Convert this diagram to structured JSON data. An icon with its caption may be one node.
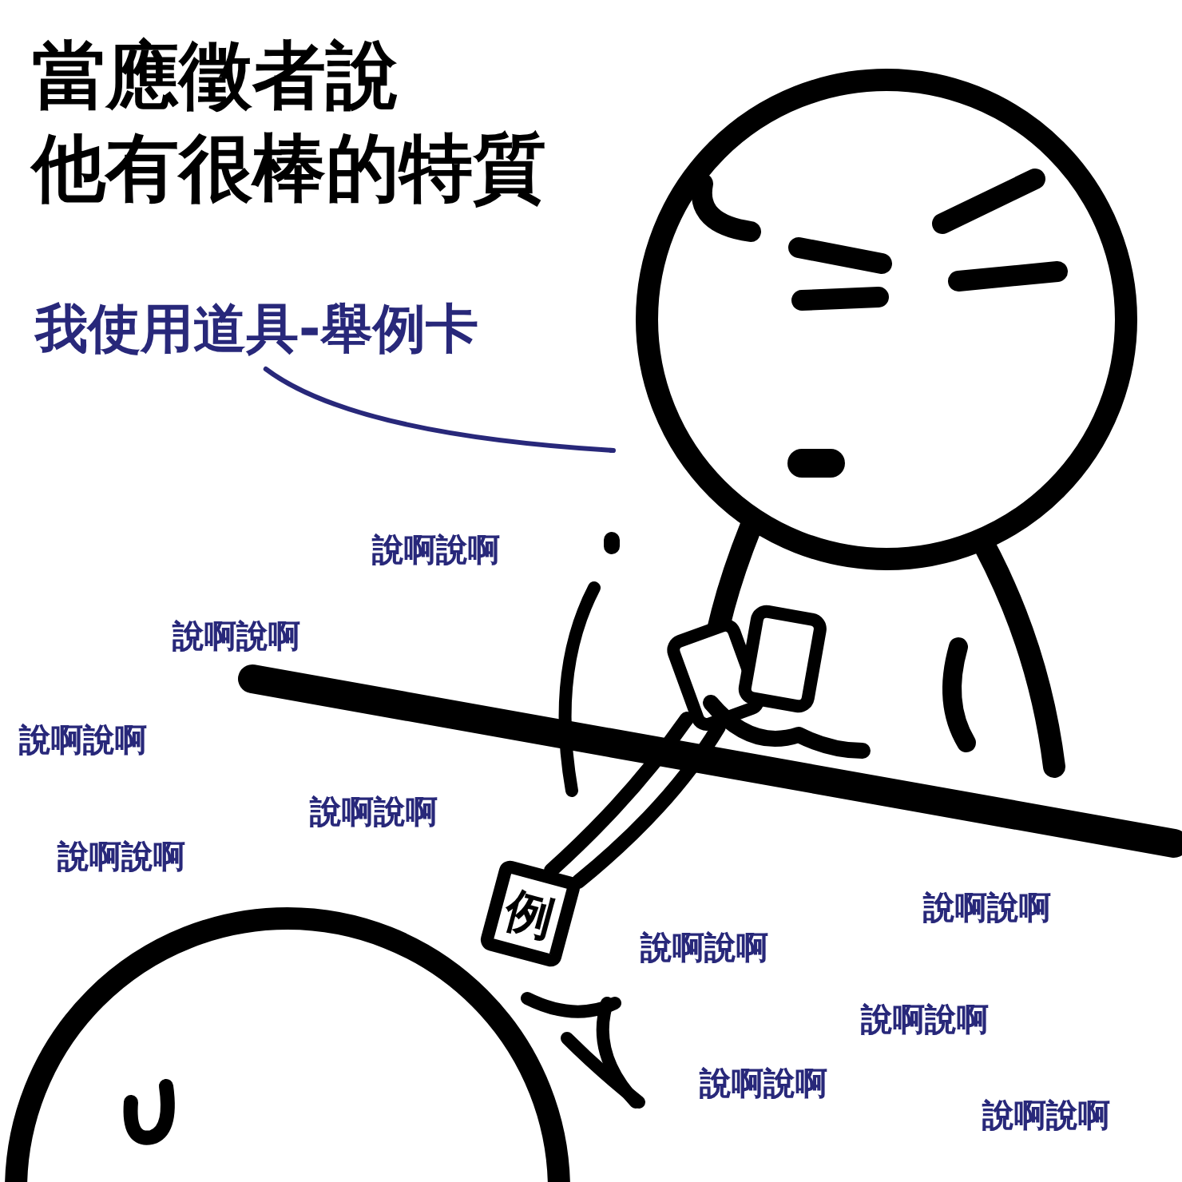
{
  "diagram": {
    "title": "當應徵者說他有很棒的特質",
    "nodes": [
      {
        "text": [
          "我使用道具-舉例卡"
        ]
      },
      {
        "text": [],
        "shape": "person"
      },
      {
        "text": [
          "例"
        ]
      }
    ],
    "edges": [
      {
        "from": 0,
        "to": 1,
        "arrow": "none"
      }
    ],
    "labels": [
      "說啊說啊",
      "說啊說啊",
      "說啊說啊",
      "說啊說啊",
      "說啊說啊",
      "說啊說啊",
      "說啊說啊",
      "說啊說啊",
      "說啊說啊",
      "說啊說啊"
    ]
  }
}
